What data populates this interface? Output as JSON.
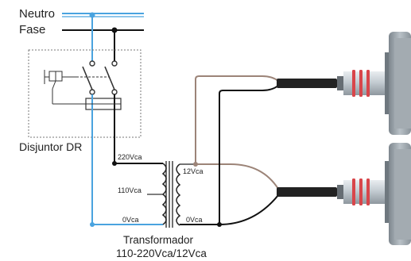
{
  "labels": {
    "neutro": "Neutro",
    "fase": "Fase",
    "disjuntor": "Disjuntor DR",
    "v220": "220Vca",
    "v110": "110Vca",
    "v0_primary": "0Vca",
    "v12": "12Vca",
    "v0_secondary": "0Vca",
    "transformer_line1": "Transformador",
    "transformer_line2": "110-220Vca/12Vca"
  },
  "colors": {
    "neutral_wire": "#4aa3df",
    "phase_wire": "#111111",
    "brown_wire": "#9c8478",
    "device_body": "#cfd6db",
    "device_band": "#d8454a",
    "breaker_border": "#777777"
  },
  "devices": [
    {
      "name": "solenoid-valve-top",
      "icon": "solenoid-valve-icon"
    },
    {
      "name": "solenoid-valve-bottom",
      "icon": "solenoid-valve-icon"
    }
  ]
}
